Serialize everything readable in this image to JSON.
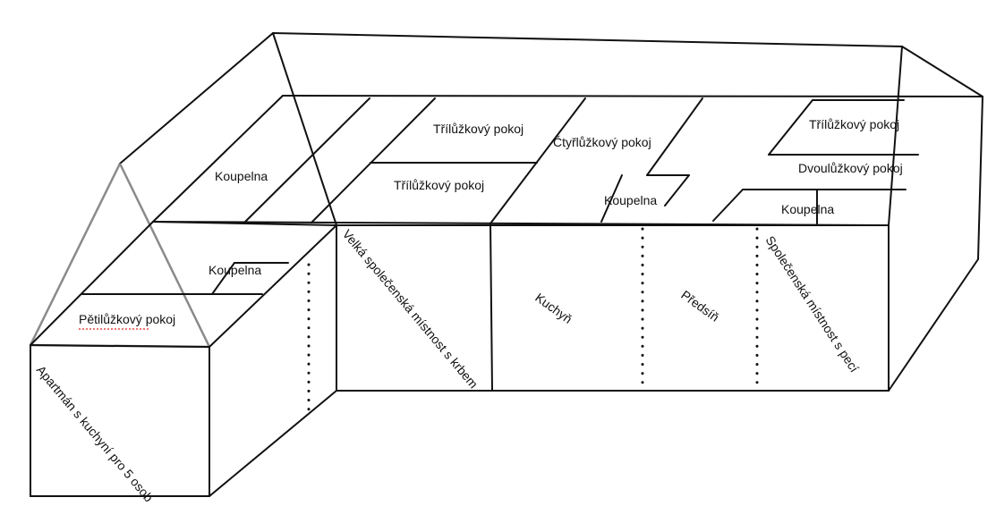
{
  "colors": {
    "line": "#111111",
    "roof_triangle": "#8a8a8a",
    "spellcheck_underline": "#e0261c",
    "background": "#ffffff"
  },
  "labels": {
    "koupelna_top_left": "Koupelna",
    "trilozkovy_pokoj_top": "Třílůžkový pokoj",
    "ctyrlozkovy_pokoj": "Čtyřlůžkový pokoj",
    "trilozkovy_pokoj_mid": "Třílůžkový pokoj",
    "trilozkovy_pokoj_right": "Třílůžkový pokoj",
    "dvoulozkovy_pokoj": "Dvoulůžkový pokoj",
    "koupelna_center": "Koupelna",
    "koupelna_right": "Koupelna",
    "koupelna_wing": "Koupelna",
    "petilozkovy_pokoj": "Pětilůžkový pokoj",
    "apartman": "Apartmán s kuchyní pro 5 osob",
    "velka_spolecenska": "Velká společenská místnost s krbem",
    "kuchyn": "Kuchyň",
    "predsin": "Předsíň",
    "spolecenska_s_peci": "Společenská místnost s pecí"
  }
}
